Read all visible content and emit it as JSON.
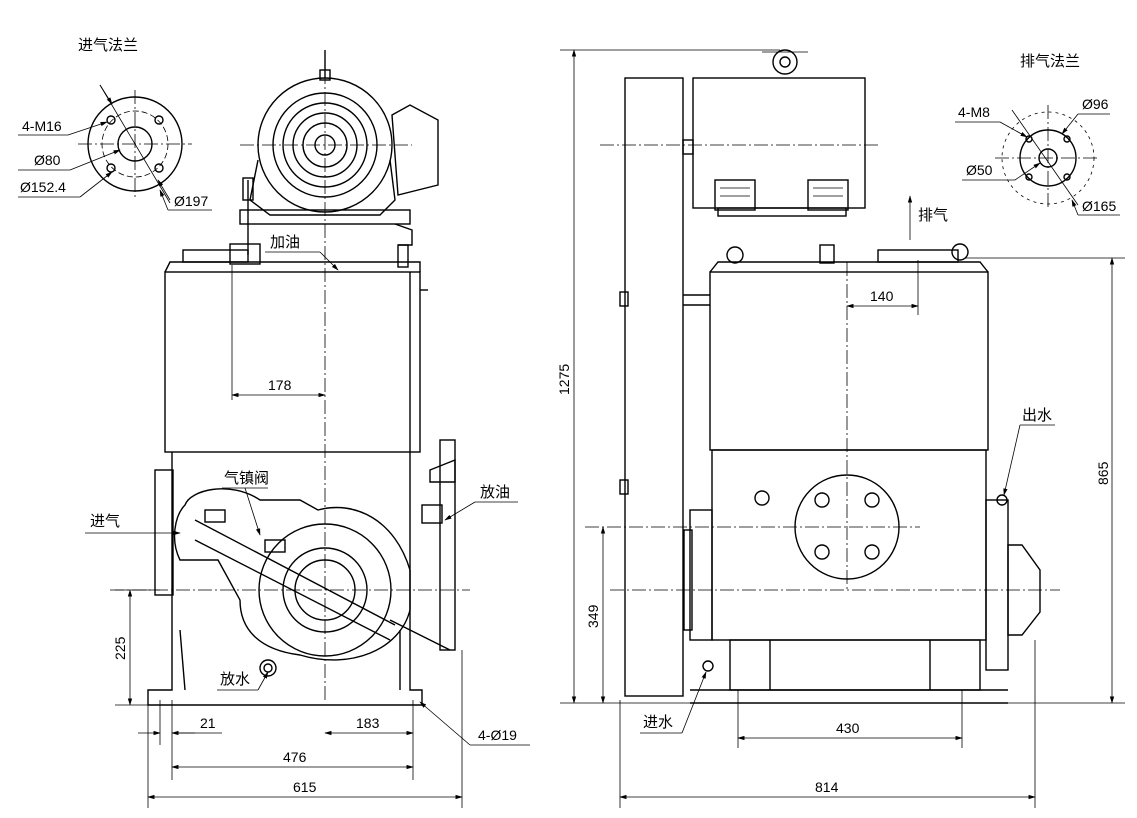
{
  "labels": {
    "inlet_flange": "进气法兰",
    "outlet_flange": "排气法兰",
    "oil_fill": "加油",
    "gas_ballast_valve": "气镇阀",
    "gas_inlet": "进气",
    "oil_drain": "放油",
    "water_drain": "放水",
    "exhaust": "排气",
    "water_outlet": "出水",
    "water_inlet": "进水"
  },
  "inlet_flange_dims": {
    "bolts": "4-M16",
    "inner_diameter": "Ø80",
    "pitch_diameter": "Ø152.4",
    "outer_diameter": "Ø197"
  },
  "outlet_flange_dims": {
    "bolts": "4-M8",
    "outer_diameter": "Ø96",
    "inner_diameter": "Ø50",
    "pitch_diameter": "Ø165"
  },
  "front_view_dims": {
    "oil_fill_offset": "178",
    "inlet_height": "225",
    "foot_width": "21",
    "foot_offset": "183",
    "anchor_span": "476",
    "overall_width": "615",
    "anchor_holes": "4-Ø19"
  },
  "side_view_dims": {
    "overall_height": "1275",
    "exhaust_offset": "140",
    "water_outlet_height": "865",
    "inlet_height": "349",
    "foot_span": "430",
    "overall_length": "814"
  }
}
